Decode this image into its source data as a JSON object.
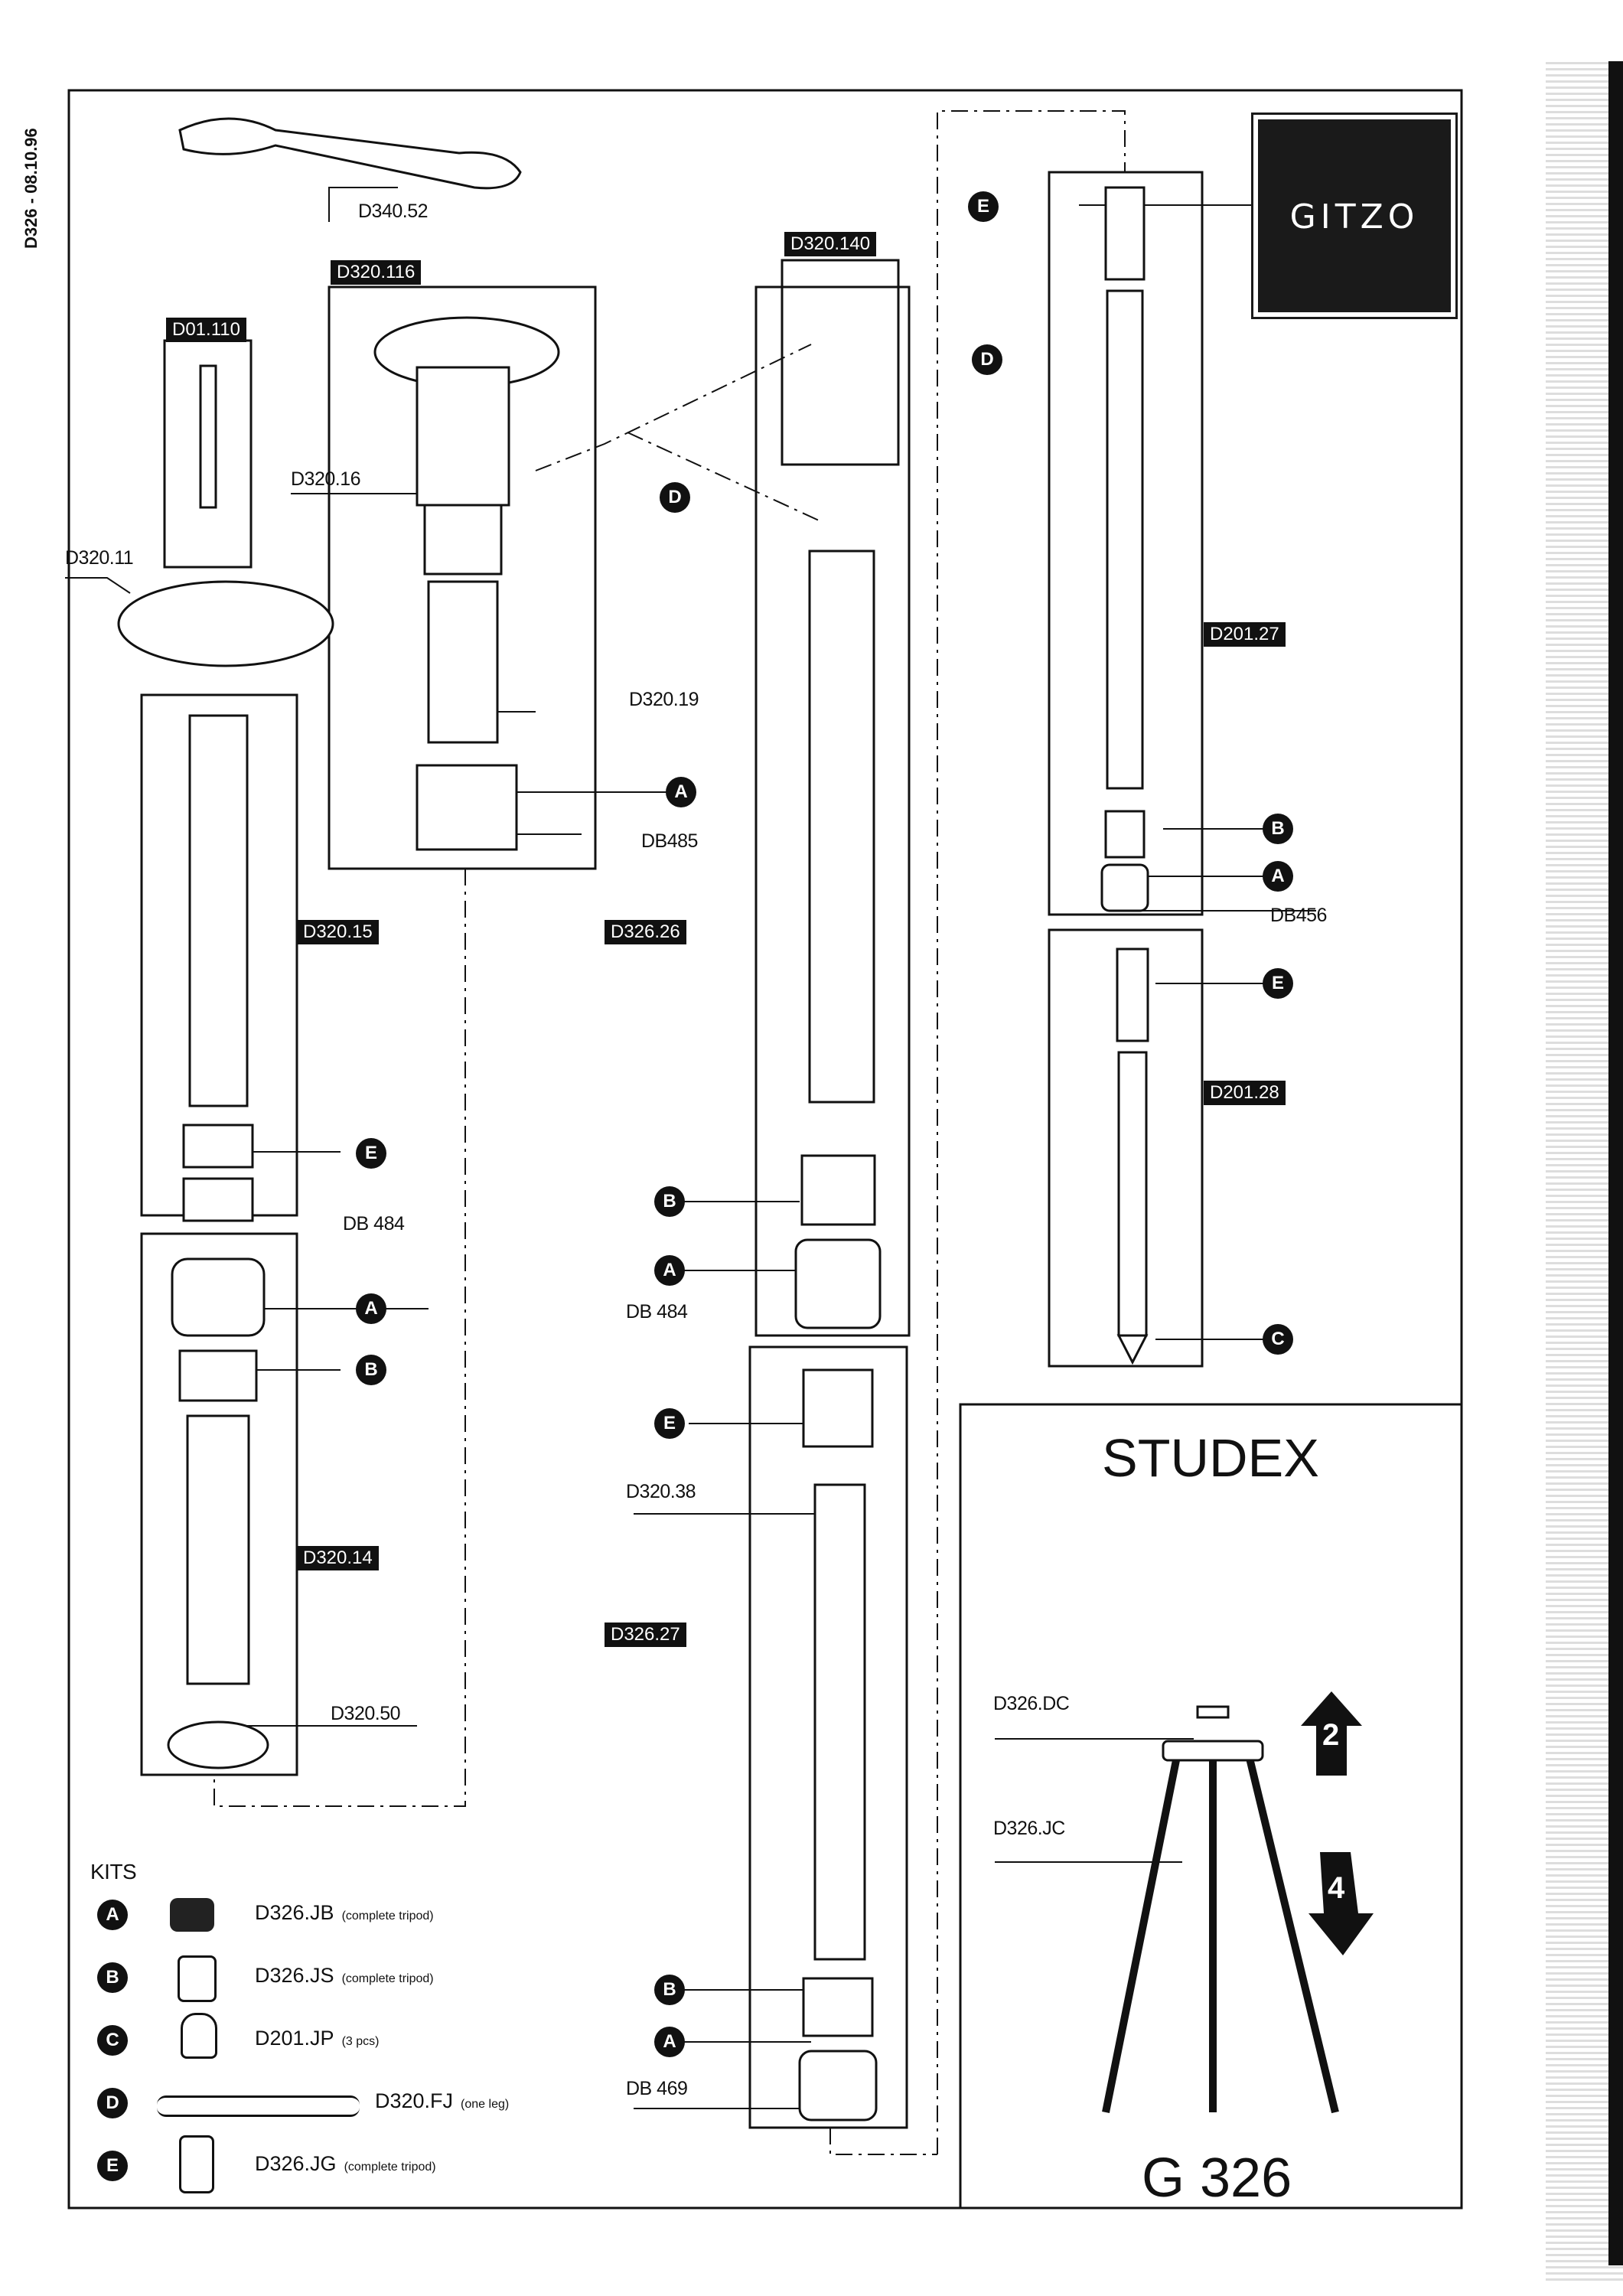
{
  "doc_ref": "D326 - 08.10.96",
  "brand": "GITZO",
  "product_name": "STUDEX",
  "model": "G 326",
  "part_codes": {
    "d340_52": "D340.52",
    "d320_116": "D320.116",
    "d320_140": "D320.140",
    "d01_110": "D01.110",
    "d320_16": "D320.16",
    "d320_11": "D320.11",
    "d320_19": "D320.19",
    "db485": "DB485",
    "d320_15": "D320.15",
    "d326_26": "D326.26",
    "d201_27": "D201.27",
    "db456": "DB456",
    "d201_28": "D201.28",
    "db484_left": "DB 484",
    "db484_mid": "DB 484",
    "d320_14": "D320.14",
    "d320_38": "D320.38",
    "d326_27": "D326.27",
    "d320_50": "D320.50",
    "db469": "DB 469",
    "d326_dc": "D326.DC",
    "d326_jc": "D326.JC"
  },
  "markers": {
    "a": "A",
    "b": "B",
    "c": "C",
    "d": "D",
    "e": "E"
  },
  "arrows": {
    "up": "2",
    "down": "4"
  },
  "kits": {
    "title": "KITS",
    "items": [
      {
        "letter": "A",
        "code": "D326.JB",
        "note": "(complete tripod)"
      },
      {
        "letter": "B",
        "code": "D326.JS",
        "note": "(complete tripod)"
      },
      {
        "letter": "C",
        "code": "D201.JP",
        "note": "(3 pcs)"
      },
      {
        "letter": "D",
        "code": "D320.FJ",
        "note": "(one leg)"
      },
      {
        "letter": "E",
        "code": "D326.JG",
        "note": "(complete tripod)"
      }
    ]
  }
}
